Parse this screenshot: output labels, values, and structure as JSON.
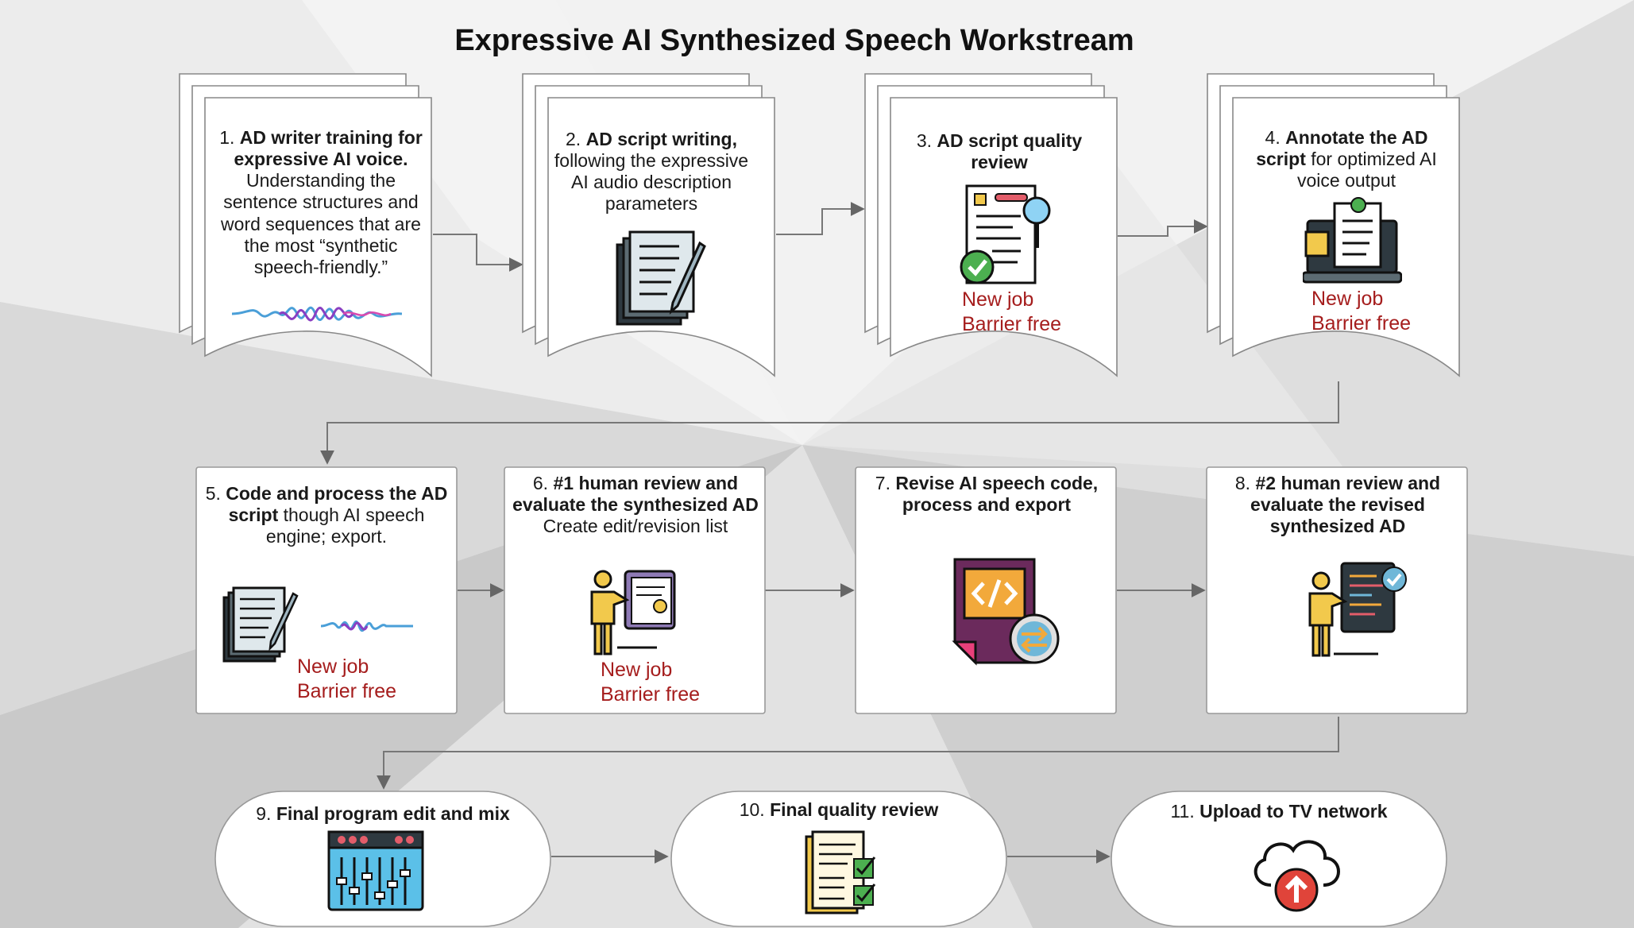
{
  "title": "Expressive AI Synthesized Speech Workstream",
  "colors": {
    "accent_red": "#a51d1d",
    "box_stroke": "#8a8a8a",
    "arrow": "#777777"
  },
  "steps": [
    {
      "num": "1.",
      "bold": "AD writer training for expressive AI voice.",
      "text": "Understanding the sentence structures and word sequences that are the most “synthetic speech-friendly.”",
      "icon": "waveform-icon"
    },
    {
      "num": "2.",
      "bold": "AD script writing,",
      "text": "following the expressive AI audio description parameters",
      "icon": "document-pen-icon"
    },
    {
      "num": "3.",
      "bold": "AD script quality review",
      "text": "",
      "icon": "document-magnifier-check-icon",
      "tag1": "New job",
      "tag2": "Barrier free"
    },
    {
      "num": "4.",
      "bold": "Annotate the AD script",
      "text": "for optimized AI voice output",
      "icon": "laptop-document-icon",
      "tag1": "New job",
      "tag2": "Barrier free"
    },
    {
      "num": "5.",
      "bold": "Code and process the AD script",
      "text": "though AI speech engine; export.",
      "icon": "document-waveform-icon",
      "tag1": "New job",
      "tag2": "Barrier free"
    },
    {
      "num": "6.",
      "bold": "#1 human review and evaluate the synthesized AD",
      "text": "Create edit/revision list",
      "icon": "presenter-scroll-icon",
      "tag1": "New job",
      "tag2": "Barrier free"
    },
    {
      "num": "7.",
      "bold": "Revise AI speech code, process and export",
      "text": "",
      "icon": "code-file-icon"
    },
    {
      "num": "8.",
      "bold": "#2 human review and evaluate the revised synthesized AD",
      "text": "",
      "icon": "presenter-code-check-icon"
    },
    {
      "num": "9.",
      "bold": "Final program edit and mix",
      "text": "",
      "icon": "mixing-console-icon"
    },
    {
      "num": "10.",
      "bold": "Final quality review",
      "text": "",
      "icon": "checklist-documents-icon"
    },
    {
      "num": "11.",
      "bold": "Upload to TV network",
      "text": "",
      "icon": "cloud-upload-icon"
    }
  ]
}
